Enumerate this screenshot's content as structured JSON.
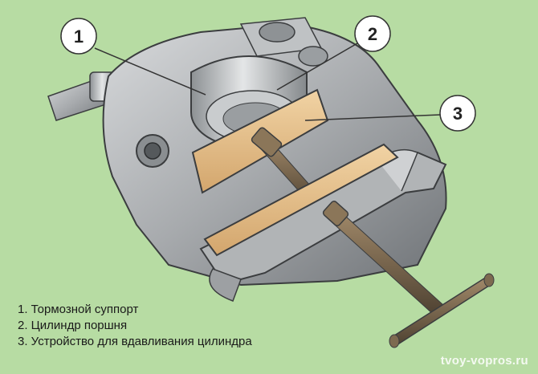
{
  "callouts": [
    {
      "number": "1"
    },
    {
      "number": "2"
    },
    {
      "number": "3"
    }
  ],
  "legend": [
    "1. Тормозной суппорт",
    "2. Цилиндр поршня",
    "3. Устройство для вдавливания цилиндра"
  ],
  "watermark": "tvoy-vopros.ru",
  "colors": {
    "background": "#b7dca3",
    "metal": "#a9acaf",
    "wood": "#e8c48f",
    "rod": "#6b5a44"
  }
}
